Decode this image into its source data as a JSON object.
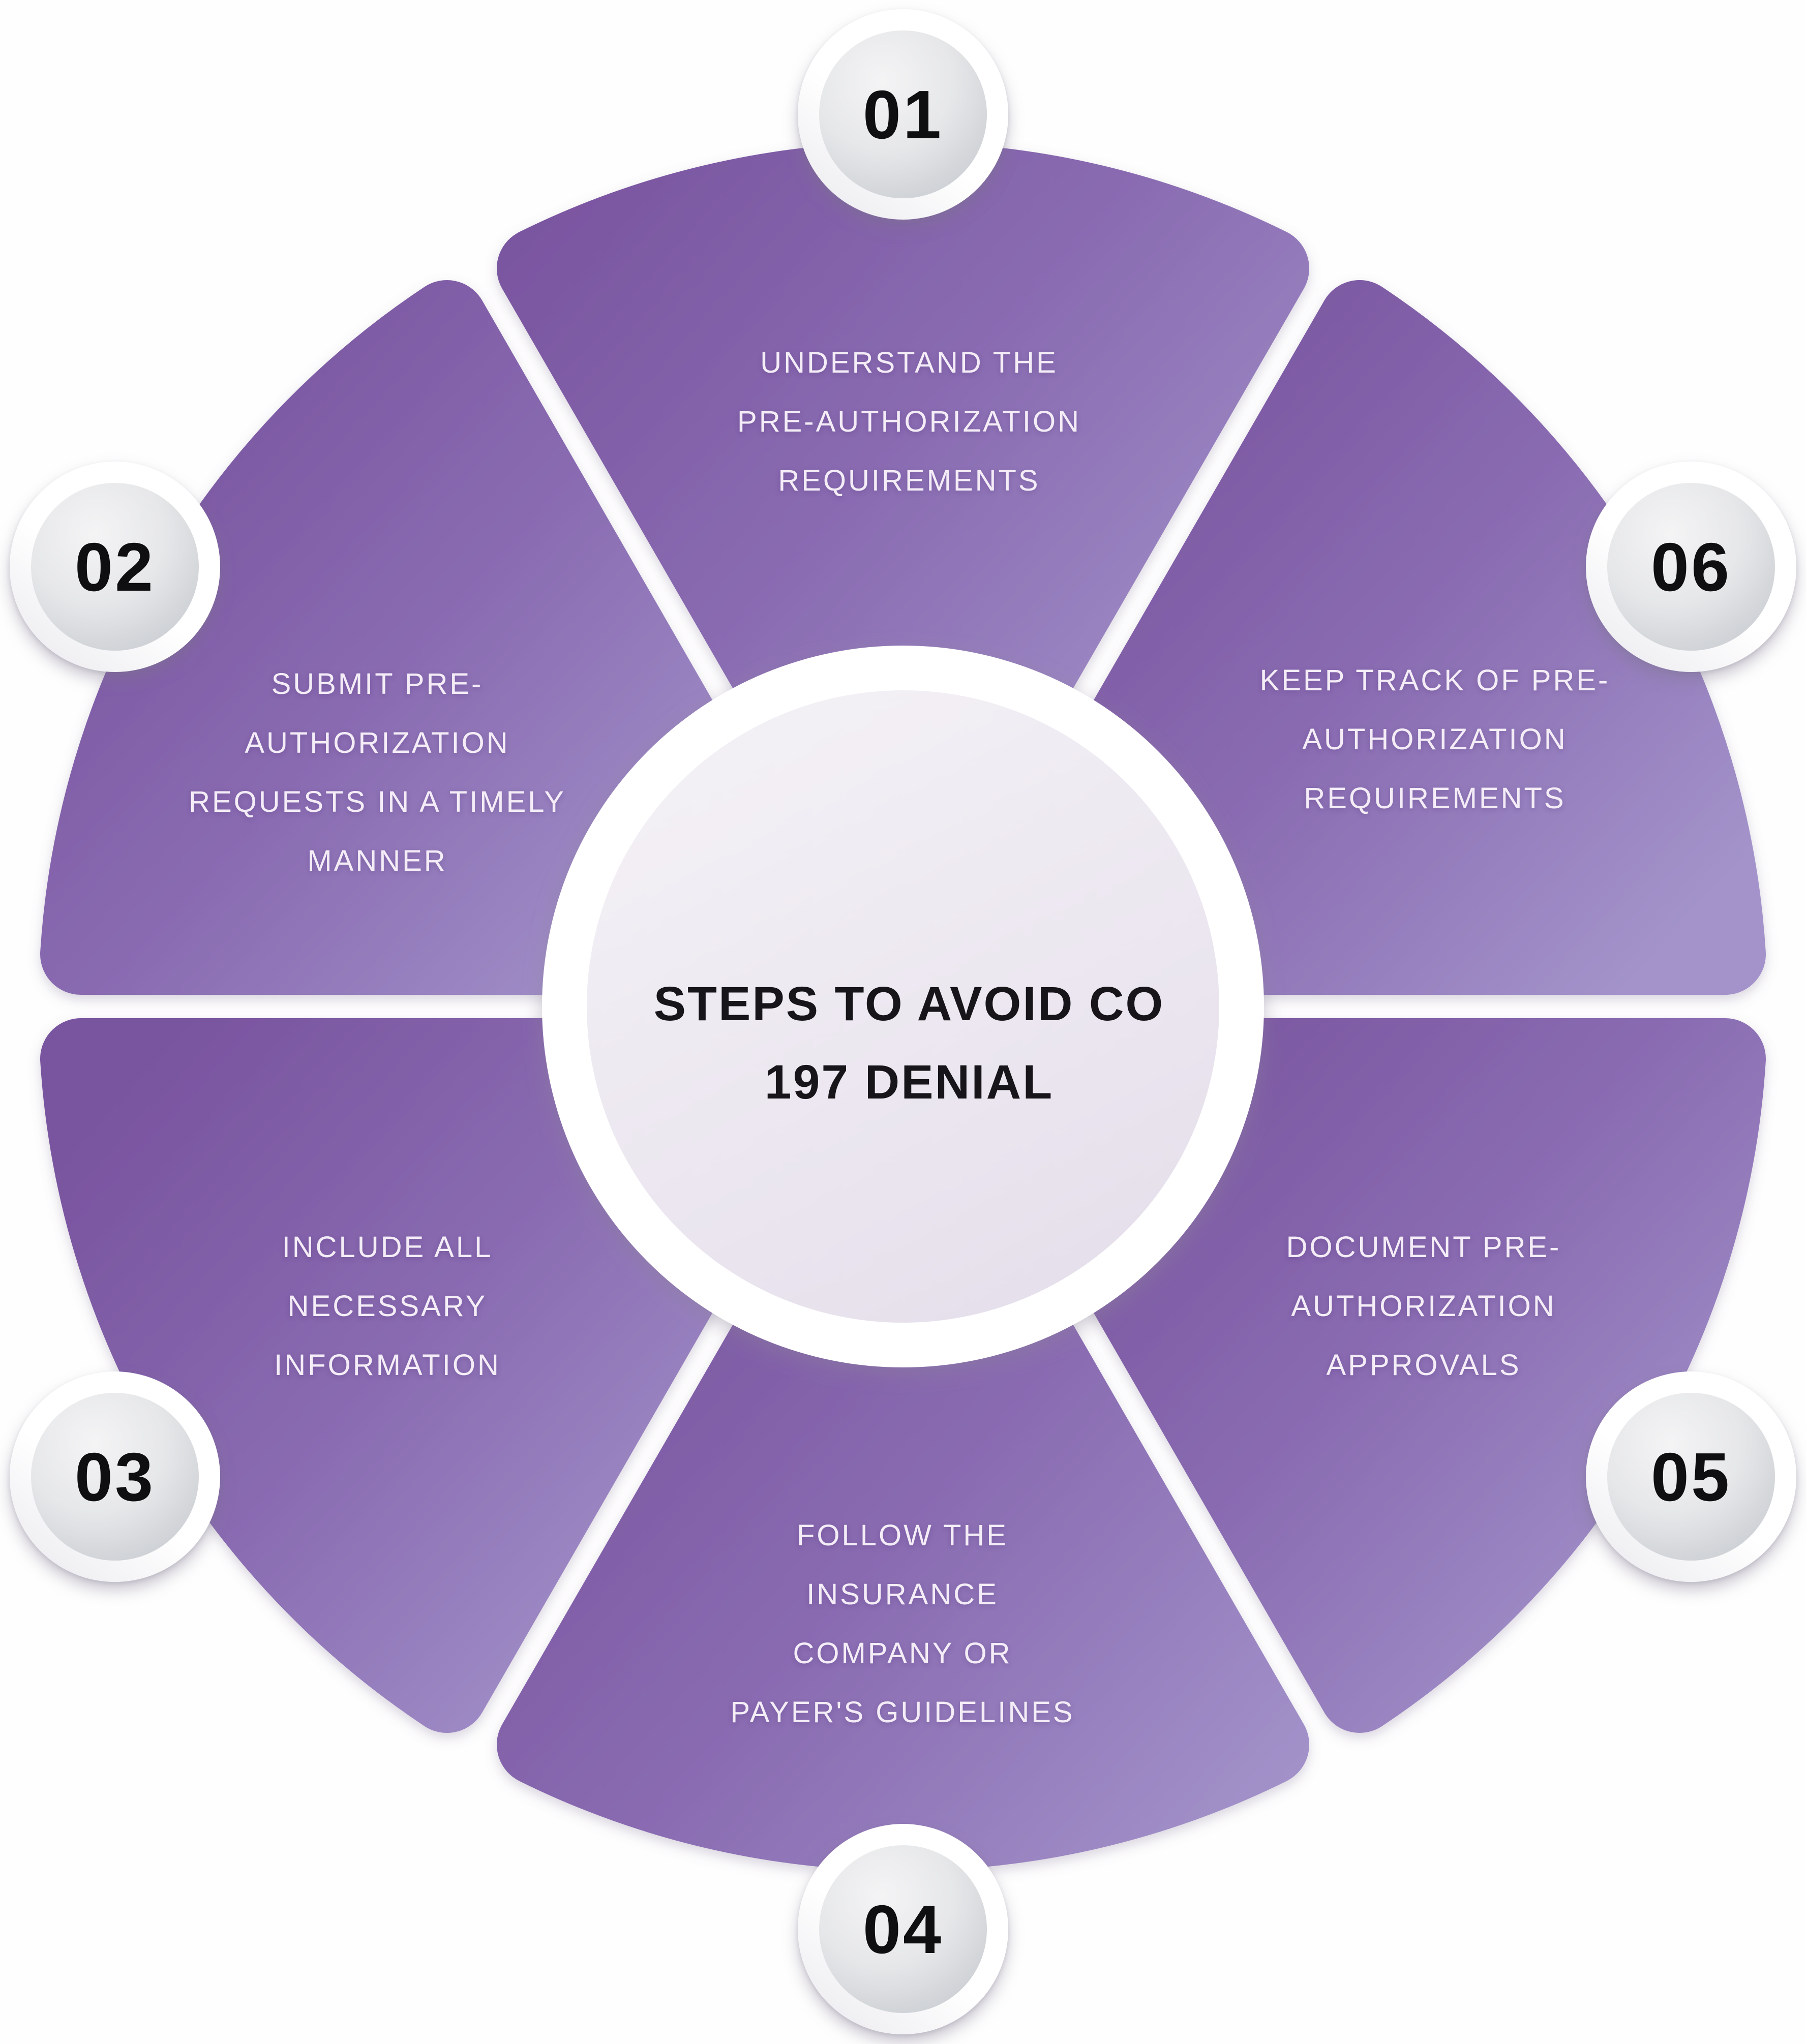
{
  "title": "STEPS TO AVOID CO\n197 DENIAL",
  "steps": [
    {
      "number": "01",
      "label": "UNDERSTAND THE\nPRE-AUTHORIZATION\nREQUIREMENTS"
    },
    {
      "number": "02",
      "label": "SUBMIT PRE-\nAUTHORIZATION\nREQUESTS IN A TIMELY\nMANNER"
    },
    {
      "number": "03",
      "label": "INCLUDE ALL\nNECESSARY\nINFORMATION"
    },
    {
      "number": "04",
      "label": "FOLLOW THE\nINSURANCE\nCOMPANY OR\nPAYER'S GUIDELINES"
    },
    {
      "number": "05",
      "label": "DOCUMENT PRE-\nAUTHORIZATION\nAPPROVALS"
    },
    {
      "number": "06",
      "label": "KEEP TRACK OF PRE-\nAUTHORIZATION\nREQUIREMENTS"
    }
  ],
  "colors": {
    "petal_dark": "#79549f",
    "petal_mid": "#8a6cb2",
    "petal_light": "#a393ca",
    "center_fill_light": "#f4f1f6",
    "center_fill_dark": "#e5dfeb",
    "label_text": "#f4edf7",
    "title_text": "#17141a",
    "badge_number": "#0f0e11",
    "background": "#fefefe"
  }
}
